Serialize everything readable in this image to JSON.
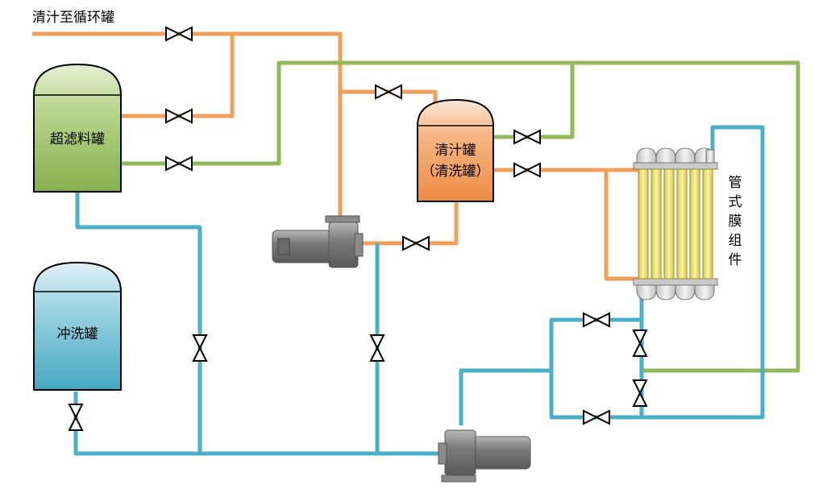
{
  "labels": {
    "inlet": "清汁至循环罐",
    "ultrafiltration_tank": "超滤料罐",
    "clear_juice_tank_line1": "清汁罐",
    "clear_juice_tank_line2": "（清洗罐）",
    "flush_tank": "冲洗罐",
    "membrane_module": "管式膜组件"
  },
  "colors": {
    "orange_pipe": "#F0A05A",
    "green_pipe": "#93B85A",
    "blue_pipe": "#4BAFC8",
    "green_tank": "#9CC46A",
    "orange_tank": "#F29A55",
    "blue_tank": "#5EB6CC",
    "pump_body": "#8A8A8A",
    "membrane_tube": "#F2E27A"
  },
  "icons": {
    "valve": "valve-icon",
    "pump": "centrifugal-pump-icon"
  }
}
